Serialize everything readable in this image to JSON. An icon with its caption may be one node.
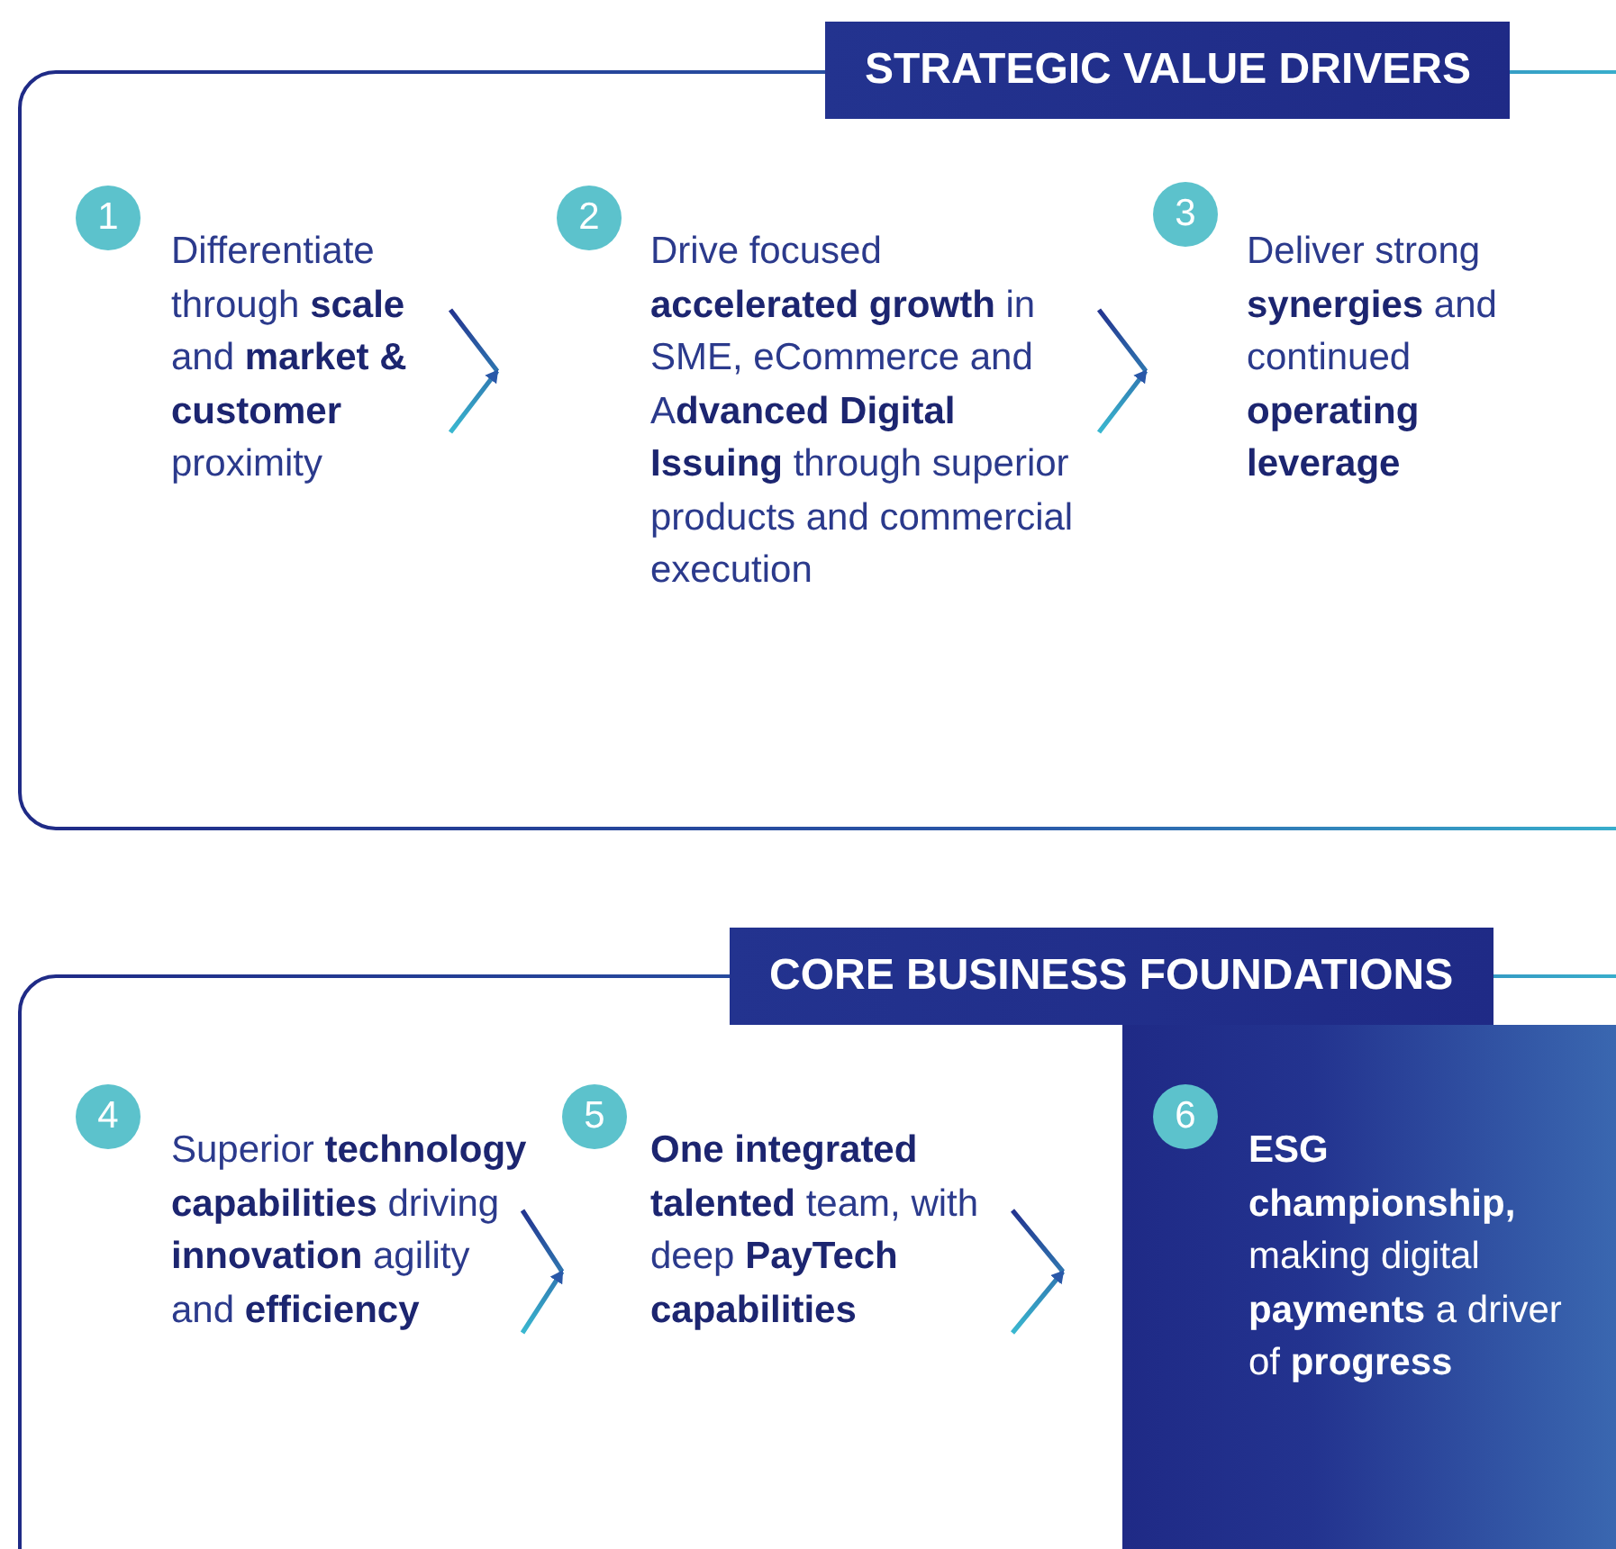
{
  "diagram": {
    "nodes": [
      {
        "text": [
          "STRATEGIC VALUE DRIVERS"
        ]
      },
      {
        "text": [
          "1",
          "Differentiate through **scale** and **market & customer** proximity"
        ],
        "in": 0
      },
      {
        "text": [
          "2",
          "Drive focused **accelerated growth** in SME, eCommerce and A**dvanced Digital Issuing** through superior products and commercial execution"
        ],
        "in": 0
      },
      {
        "text": [
          "3",
          "Deliver strong **synergies** and continued **operating leverage**"
        ],
        "in": 0
      },
      {
        "text": [
          "CORE BUSINESS FOUNDATIONS"
        ]
      },
      {
        "text": [
          "4",
          "Superior **technology capabilities** driving **innovation** agility and **efficiency**"
        ],
        "in": 4
      },
      {
        "text": [
          "5",
          "**One integrated talented** team, with deep **PayTech capabilities**"
        ],
        "in": 4
      },
      {
        "text": [
          "6",
          "**ESG championship,** making digital **payments** a driver of **progress**"
        ],
        "in": 4
      }
    ],
    "edges": [
      {
        "from": 1,
        "to": 2,
        "arrow": "to"
      },
      {
        "from": 2,
        "to": 3,
        "arrow": "to"
      },
      {
        "from": 5,
        "to": 6,
        "arrow": "to"
      },
      {
        "from": 6,
        "to": 7,
        "arrow": "to"
      }
    ]
  }
}
